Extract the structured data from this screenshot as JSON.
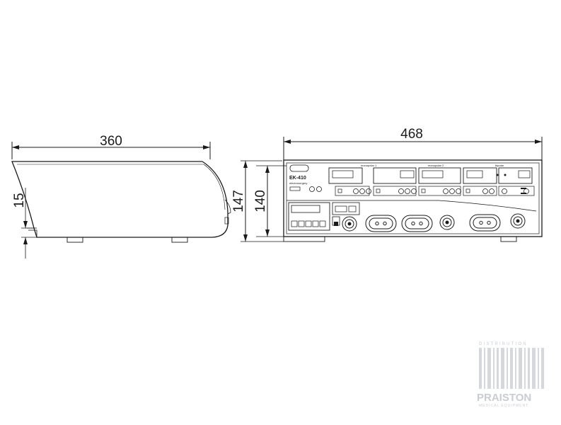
{
  "dimensions": {
    "side_width": "360",
    "side_height": "15",
    "front_width": "468",
    "front_height_total": "147",
    "front_height_body": "140"
  },
  "panel": {
    "logo_text": "...",
    "model": "EK-410",
    "model_sub": "electrosurgery",
    "label_monopolar_1": "monopolar 1",
    "label_monopolar_2": "monopolar 2",
    "label_bipolar": "bipolar"
  },
  "watermark": {
    "top": "DISTRIBUTION",
    "brand": "PRAISTON",
    "sub": "MEDICAL EQUIPMENT"
  }
}
